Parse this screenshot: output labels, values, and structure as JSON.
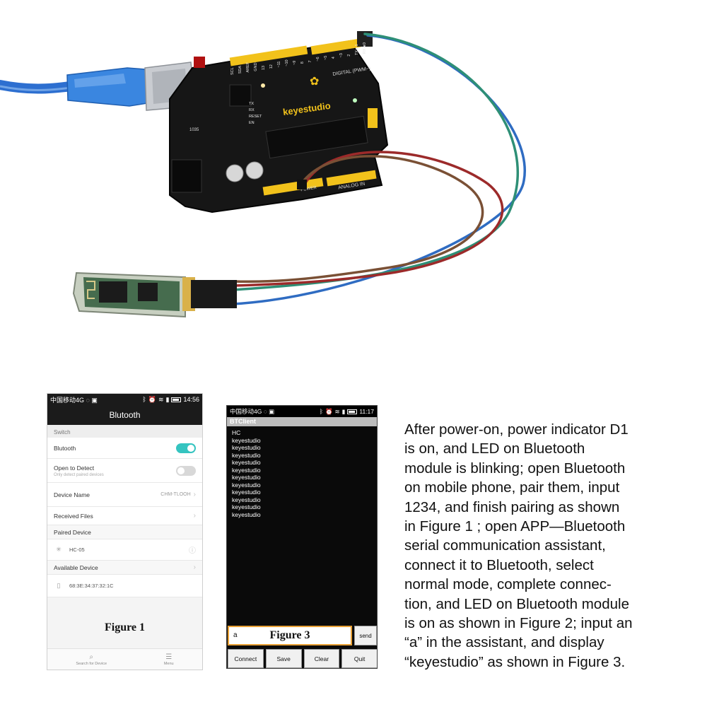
{
  "hardware": {
    "board_brand": "keyestudio",
    "header_labels": [
      "SCL",
      "SDA",
      "AREF",
      "GND",
      "13",
      "12",
      "~11",
      "~10",
      "~9",
      "8",
      "7",
      "~6",
      "~5",
      "4",
      "~3",
      "2",
      "TX►1",
      "RX◄0"
    ],
    "digital_label": "DIGITAL (PWM~)",
    "analog_label": "ANALOG IN",
    "power_label": "POWER",
    "led_labels": [
      "TX",
      "RX",
      "RESET",
      "EN"
    ],
    "chip_label": "1035"
  },
  "phone1": {
    "status_left": "中国移动4G ◌ ▣",
    "status_time": "14:56",
    "title": "Blutooth",
    "section_switch": "Switch",
    "bluetooth_label": "Blutooth",
    "detect_label": "Open to Detect",
    "detect_sub": "Only detect paired devices",
    "device_name_label": "Device Name",
    "device_name_value": "CHM-TLOOH",
    "received_files": "Received Files",
    "paired_header": "Paired Device",
    "paired_device": "HC-05",
    "available_header": "Available Device",
    "available_device": "68:3E:34:37:32:1C",
    "figure_label": "Figure 1",
    "bottom_search": "Search for Device",
    "bottom_menu": "Menu"
  },
  "phone2": {
    "status_left": "中国移动4G ◌ ▣",
    "status_time": "11:17",
    "title": "BTClient",
    "log": [
      "HC",
      "keyestudio",
      "keyestudio",
      "keyestudio",
      "keyestudio",
      "keyestudio",
      "keyestudio",
      "keyestudio",
      "keyestudio",
      "keyestudio",
      "keyestudio",
      "keyestudio"
    ],
    "input_value": "a",
    "figure_label": "Figure 3",
    "send": "send",
    "buttons": [
      "Connect",
      "Save",
      "Clear",
      "Quit"
    ]
  },
  "description": {
    "lines": [
      "After power-on, power indicator D1",
      "is on, and LED on Bluetooth",
      "module is blinking; open Bluetooth",
      "on mobile phone, pair them, input",
      "1234, and finish pairing as shown",
      "in Figure 1 ; open APP—Bluetooth",
      "serial communication assistant,",
      "connect it to Bluetooth, select",
      "normal mode, complete connec-",
      "tion, and LED on Bluetooth module",
      "is on as shown in Figure 2; input an",
      "“a” in the assistant, and display",
      "“keyestudio” as shown in Figure 3."
    ]
  }
}
